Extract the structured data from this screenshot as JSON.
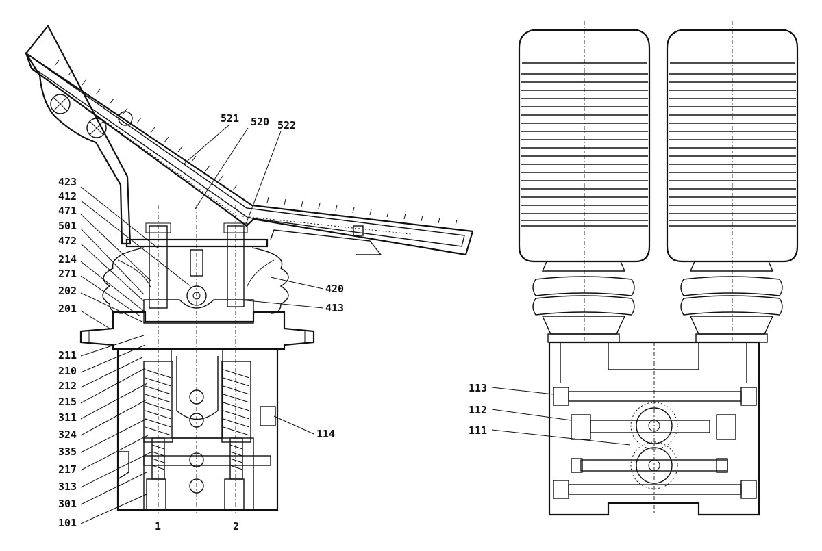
{
  "callouts_left": [
    {
      "id": "521",
      "text": "521"
    },
    {
      "id": "520",
      "text": "520"
    },
    {
      "id": "522",
      "text": "522"
    },
    {
      "id": "423",
      "text": "423"
    },
    {
      "id": "412",
      "text": "412"
    },
    {
      "id": "471",
      "text": "471"
    },
    {
      "id": "501",
      "text": "501"
    },
    {
      "id": "472",
      "text": "472"
    },
    {
      "id": "214",
      "text": "214"
    },
    {
      "id": "271",
      "text": "271"
    },
    {
      "id": "202",
      "text": "202"
    },
    {
      "id": "201",
      "text": "201"
    },
    {
      "id": "211",
      "text": "211"
    },
    {
      "id": "210",
      "text": "210"
    },
    {
      "id": "212",
      "text": "212"
    },
    {
      "id": "215",
      "text": "215"
    },
    {
      "id": "311",
      "text": "311"
    },
    {
      "id": "324",
      "text": "324"
    },
    {
      "id": "335",
      "text": "335"
    },
    {
      "id": "217",
      "text": "217"
    },
    {
      "id": "313",
      "text": "313"
    },
    {
      "id": "301",
      "text": "301"
    },
    {
      "id": "101",
      "text": "101"
    },
    {
      "id": "420",
      "text": "420"
    },
    {
      "id": "413",
      "text": "413"
    },
    {
      "id": "114",
      "text": "114"
    }
  ],
  "port_labels": [
    {
      "id": "1",
      "text": "1"
    },
    {
      "id": "2",
      "text": "2"
    }
  ],
  "callouts_right": [
    {
      "id": "113",
      "text": "113"
    },
    {
      "id": "112",
      "text": "112"
    },
    {
      "id": "111",
      "text": "111"
    }
  ]
}
